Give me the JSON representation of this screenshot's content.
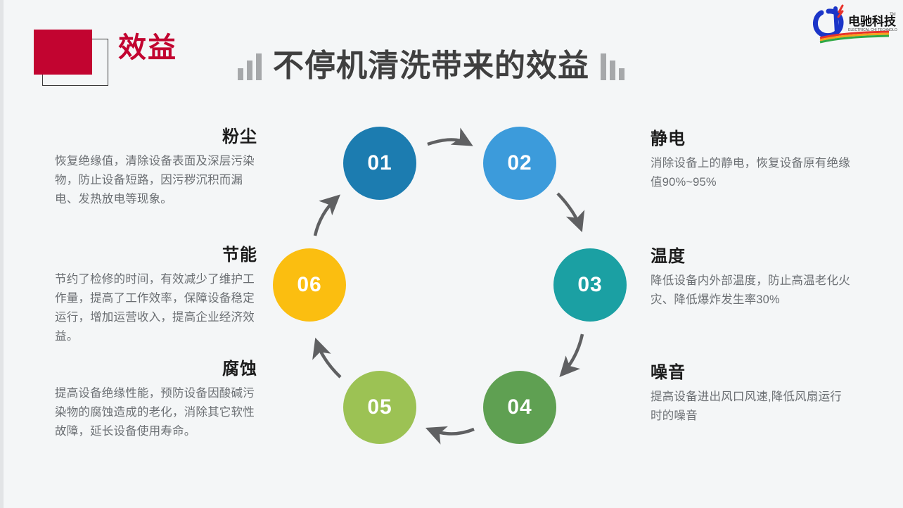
{
  "header": {
    "section_label": "效益",
    "main_title": "不停机清洗带来的效益",
    "badge_color": "#c20430",
    "title_color": "#3f3f3f"
  },
  "logo": {
    "brand_cn": "电驰科技",
    "brand_en": "ELECTRICAL CHI TECHNOLOGY",
    "trademark": "TM"
  },
  "cycle": {
    "nodes": [
      {
        "num": "01",
        "color": "#1c7cb0"
      },
      {
        "num": "02",
        "color": "#3c9bdb"
      },
      {
        "num": "03",
        "color": "#1ba0a3"
      },
      {
        "num": "04",
        "color": "#5fa052"
      },
      {
        "num": "05",
        "color": "#9cc254"
      },
      {
        "num": "06",
        "color": "#fbbe10"
      }
    ],
    "arrow_color": "#5f6062"
  },
  "blocks": {
    "left": [
      {
        "heading": "粉尘",
        "body": "恢复绝缘值，清除设备表面及深层污染物，防止设备短路，因污秽沉积而漏电、发热放电等现象。"
      },
      {
        "heading": "节能",
        "body": "节约了检修的时间，有效减少了维护工作量，提高了工作效率，保障设备稳定运行，增加运营收入，提高企业经济效益。"
      },
      {
        "heading": "腐蚀",
        "body": "提高设备绝缘性能，预防设备因酸碱污染物的腐蚀造成的老化，消除其它软性故障，延长设备使用寿命。"
      }
    ],
    "right": [
      {
        "heading": "静电",
        "body": "消除设备上的静电，恢复设备原有绝缘值90%~95%"
      },
      {
        "heading": "温度",
        "body": "降低设备内外部温度，防止高温老化火灾、降低爆炸发生率30%"
      },
      {
        "heading": "噪音",
        "body": "提高设备进出风口风速,降低风扇运行时的噪音"
      }
    ]
  }
}
